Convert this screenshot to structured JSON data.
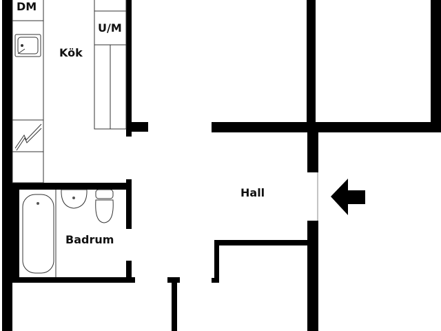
{
  "rooms": {
    "kitchen": "Kök",
    "bathroom": "Badrum",
    "hall": "Hall"
  },
  "appliances": {
    "dishwasher": "DM",
    "oven_microwave": "U/M"
  },
  "colors": {
    "wall": "#000000",
    "background": "#ffffff",
    "fixture_line": "#333333"
  },
  "icons": [
    "entrance-arrow-icon",
    "sink-icon",
    "stove-icon",
    "bathtub-icon",
    "washbasin-icon",
    "toilet-icon"
  ]
}
